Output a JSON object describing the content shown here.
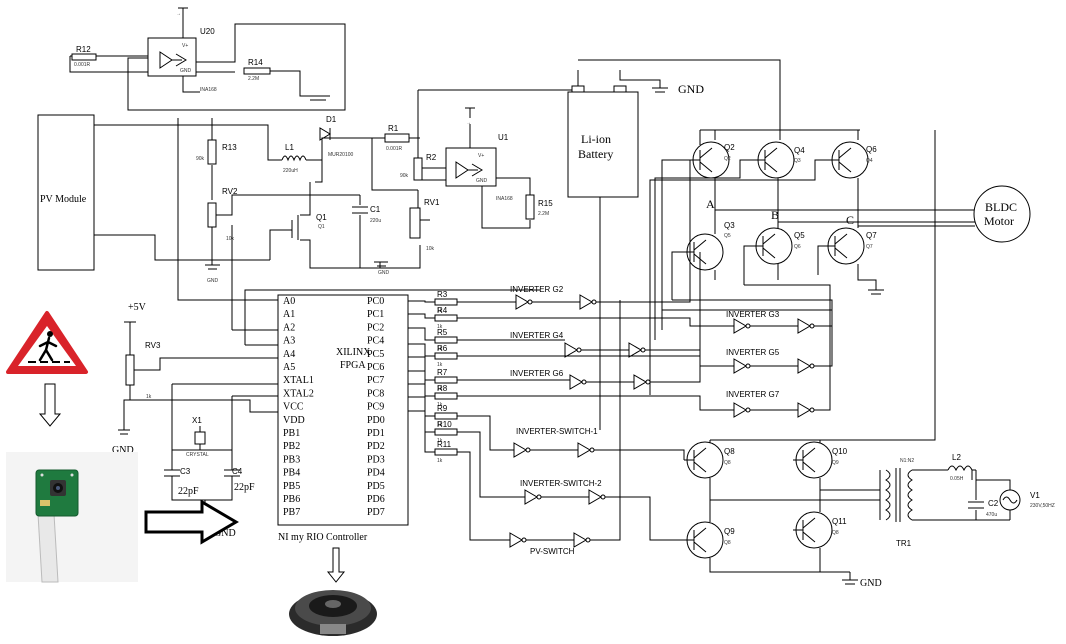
{
  "u20": {
    "name": "U20",
    "r12": "R12",
    "r12_val": "0.001R",
    "r14": "R14",
    "r14_val": "2.2M",
    "ina": "INA168",
    "vplus": "V+",
    "gnd": "GND"
  },
  "u1": {
    "name": "U1",
    "r1": "R1",
    "r1_val": "0.001R",
    "r2": "R2",
    "r2_val": "90k",
    "r15": "R15",
    "r15_val": "2.2M",
    "ina": "INA168",
    "vplus": "V+",
    "gnd": "GND"
  },
  "pv_module": "PV Module",
  "l1": {
    "name": "L1",
    "val": "220uH"
  },
  "d1": {
    "name": "D1",
    "val": "MUR20100"
  },
  "q1": {
    "name": "Q1",
    "sub": "Q1"
  },
  "c1": {
    "name": "C1",
    "val": "220u"
  },
  "r13": {
    "name": "R13",
    "val": "90k"
  },
  "rv2": {
    "name": "RV2",
    "val": "10k"
  },
  "rv1": {
    "name": "RV1",
    "val": "10k"
  },
  "battery": {
    "line1": "Li-ion",
    "line2": "Battery"
  },
  "gnd_label": "GND",
  "gnd_small": "GND",
  "motor": {
    "line1": "BLDC",
    "line2": "Motor"
  },
  "phases": [
    "A",
    "B",
    "C"
  ],
  "bridge_transistors": [
    {
      "name": "Q2",
      "sub": "Q2"
    },
    {
      "name": "Q4",
      "sub": "Q3"
    },
    {
      "name": "Q6",
      "sub": "Q4"
    },
    {
      "name": "Q3",
      "sub": "Q5"
    },
    {
      "name": "Q5",
      "sub": "Q6"
    },
    {
      "name": "Q7",
      "sub": "Q7"
    }
  ],
  "inverter_transistors": [
    {
      "name": "Q8",
      "sub": "Q8"
    },
    {
      "name": "Q10",
      "sub": "Q9"
    },
    {
      "name": "Q9",
      "sub": "Q8"
    },
    {
      "name": "Q11",
      "sub": "Q8"
    }
  ],
  "fpga": {
    "line1": "XILINX",
    "line2": "FPGA",
    "left_pins": [
      "A0",
      "A1",
      "A2",
      "A3",
      "A4",
      "A5",
      "XTAL1",
      "XTAL2",
      "VCC",
      "VDD",
      "PB1",
      "PB2",
      "PB3",
      "PB4",
      "PB5",
      "PB6",
      "PB7"
    ],
    "right_pins": [
      "PC0",
      "PC1",
      "PC2",
      "PC4",
      "PC5",
      "PC6",
      "PC7",
      "PC8",
      "PC9",
      "PD0",
      "PD1",
      "PD2",
      "PD3",
      "PD4",
      "PD5",
      "PD6",
      "PD7"
    ],
    "caption": "NI my RIO Controller"
  },
  "resistors": [
    "R3",
    "R4",
    "R5",
    "R6",
    "R7",
    "R8",
    "R9",
    "R10",
    "R11"
  ],
  "resistor_val": "1k",
  "inverters": [
    "INVERTER G2",
    "INVERTER G3",
    "INVERTER G4",
    "INVERTER G5",
    "INVERTER G6",
    "INVERTER G7",
    "INVERTER-SWITCH-1",
    "INVERTER-SWITCH-2",
    "PV-SWITCH"
  ],
  "plus5v": "+5V",
  "rv3": {
    "name": "RV3",
    "val": "1k"
  },
  "x1": {
    "name": "X1",
    "val": "CRYSTAL"
  },
  "c3": {
    "name": "C3",
    "val": "22pF"
  },
  "c4": {
    "name": "C4",
    "val": "22pF"
  },
  "tr1": {
    "name": "TR1",
    "ratio": "N1:N2"
  },
  "l2": {
    "name": "L2",
    "val": "0.05H"
  },
  "c2": {
    "name": "C2",
    "val": "470u"
  },
  "v1": {
    "name": "V1",
    "val": "230V,50HZ"
  },
  "colors": {
    "warning_red": "#d9232a",
    "wire": "#000000",
    "camera_green": "#1f7a3f"
  }
}
